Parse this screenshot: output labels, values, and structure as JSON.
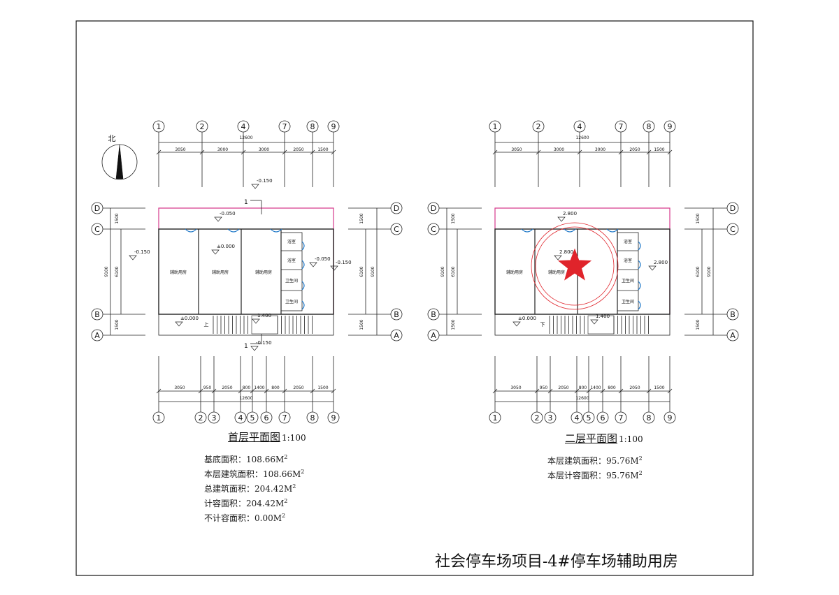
{
  "compass": {
    "label": "北"
  },
  "axes": {
    "numbered_top": [
      "1",
      "2",
      "4",
      "7",
      "8",
      "9"
    ],
    "numbered_bottom": [
      "1",
      "2",
      "3",
      "4",
      "5",
      "6",
      "7",
      "8",
      "9"
    ],
    "lettered": [
      "D",
      "C",
      "B",
      "A"
    ]
  },
  "dims": {
    "total": "12600",
    "top_segments": [
      "3050",
      "3000",
      "3000",
      "2050",
      "1500"
    ],
    "bottom_segments": [
      "3050",
      "950",
      "2050",
      "800",
      "1400",
      "800",
      "2050",
      "1500"
    ],
    "left_total": "9100",
    "left_inner": "6100",
    "left_segments": [
      "1500",
      "1500"
    ]
  },
  "ground_plan": {
    "title": "首层平面图",
    "scale": "1:100",
    "elevations": [
      "-0.150",
      "-0.050",
      "±0.000",
      "-0.150",
      "-0.050",
      "-0.150",
      "±0.000",
      "1.400",
      "-0.150"
    ],
    "rooms": [
      "浴室",
      "浴室",
      "卫生间",
      "卫生间",
      "辅助用房",
      "辅助用房",
      "辅助用房"
    ],
    "section_mark": "1",
    "stair_label": "上",
    "stats": [
      {
        "label": "基底面积：",
        "value": "108.66M"
      },
      {
        "label": "本层建筑面积：",
        "value": "108.66M"
      },
      {
        "label": "总建筑面积：",
        "value": "204.42M"
      },
      {
        "label": "计容面积：",
        "value": "204.42M"
      },
      {
        "label": "不计容面积：",
        "value": "0.00M"
      }
    ],
    "unit_sup": "2"
  },
  "upper_plan": {
    "title": "二层平面图",
    "scale": "1:100",
    "elevations": [
      "2.800",
      "2.800",
      "2.800",
      "±0.000",
      "1.400"
    ],
    "rooms": [
      "浴室",
      "浴室",
      "卫生间",
      "卫生间",
      "辅助用房",
      "辅助用房"
    ],
    "stair_label": "下",
    "stats": [
      {
        "label": "本层建筑面积：",
        "value": "95.76M"
      },
      {
        "label": "本层计容面积：",
        "value": "95.76M"
      }
    ],
    "unit_sup": "2"
  },
  "sheet_title": "社会停车场项目-4#停车场辅助用房",
  "colors": {
    "line": "#222222",
    "wall_pink": "#d63a8c",
    "door_blue": "#1f78c8",
    "stamp_red": "#e0242b",
    "paper": "#ffffff"
  }
}
